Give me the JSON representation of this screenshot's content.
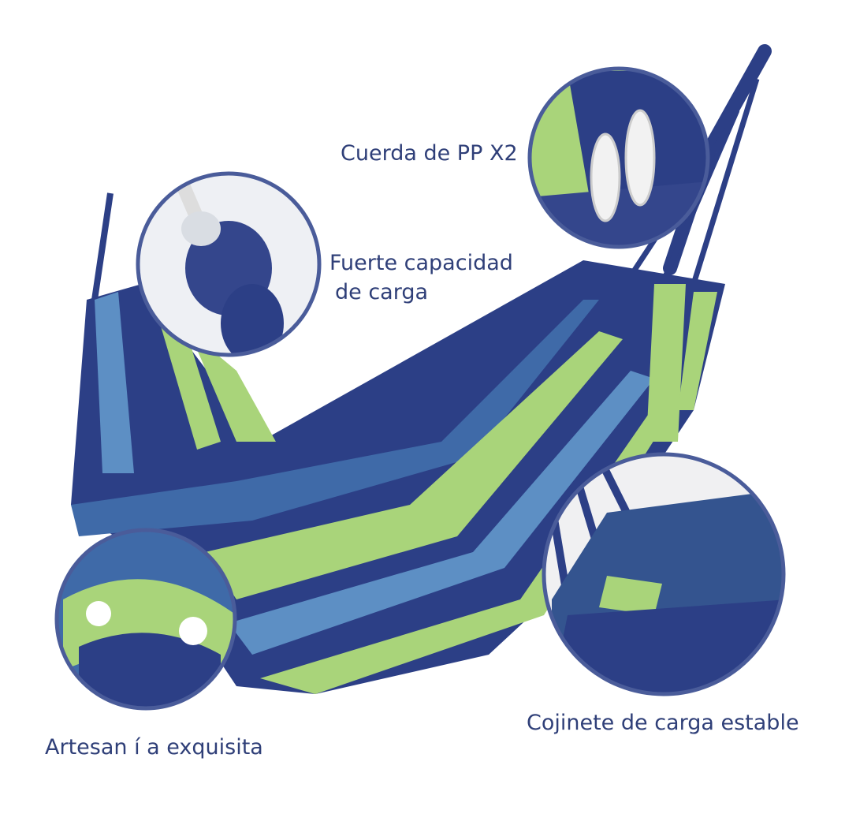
{
  "labels": {
    "rope": "Cuerda de PP X2",
    "capacity_line1": "Fuerte capacidad",
    "capacity_line2": "de carga",
    "craft": "Artesan í a exquisita",
    "bearing": "Cojinete de carga estable"
  },
  "colors": {
    "text": "#2f3f78",
    "navy": "#2c3f86",
    "mid_blue": "#3f6aa8",
    "light_blue": "#5d8fc4",
    "green": "#a9d47a",
    "circle_border": "#4a5c9a"
  }
}
